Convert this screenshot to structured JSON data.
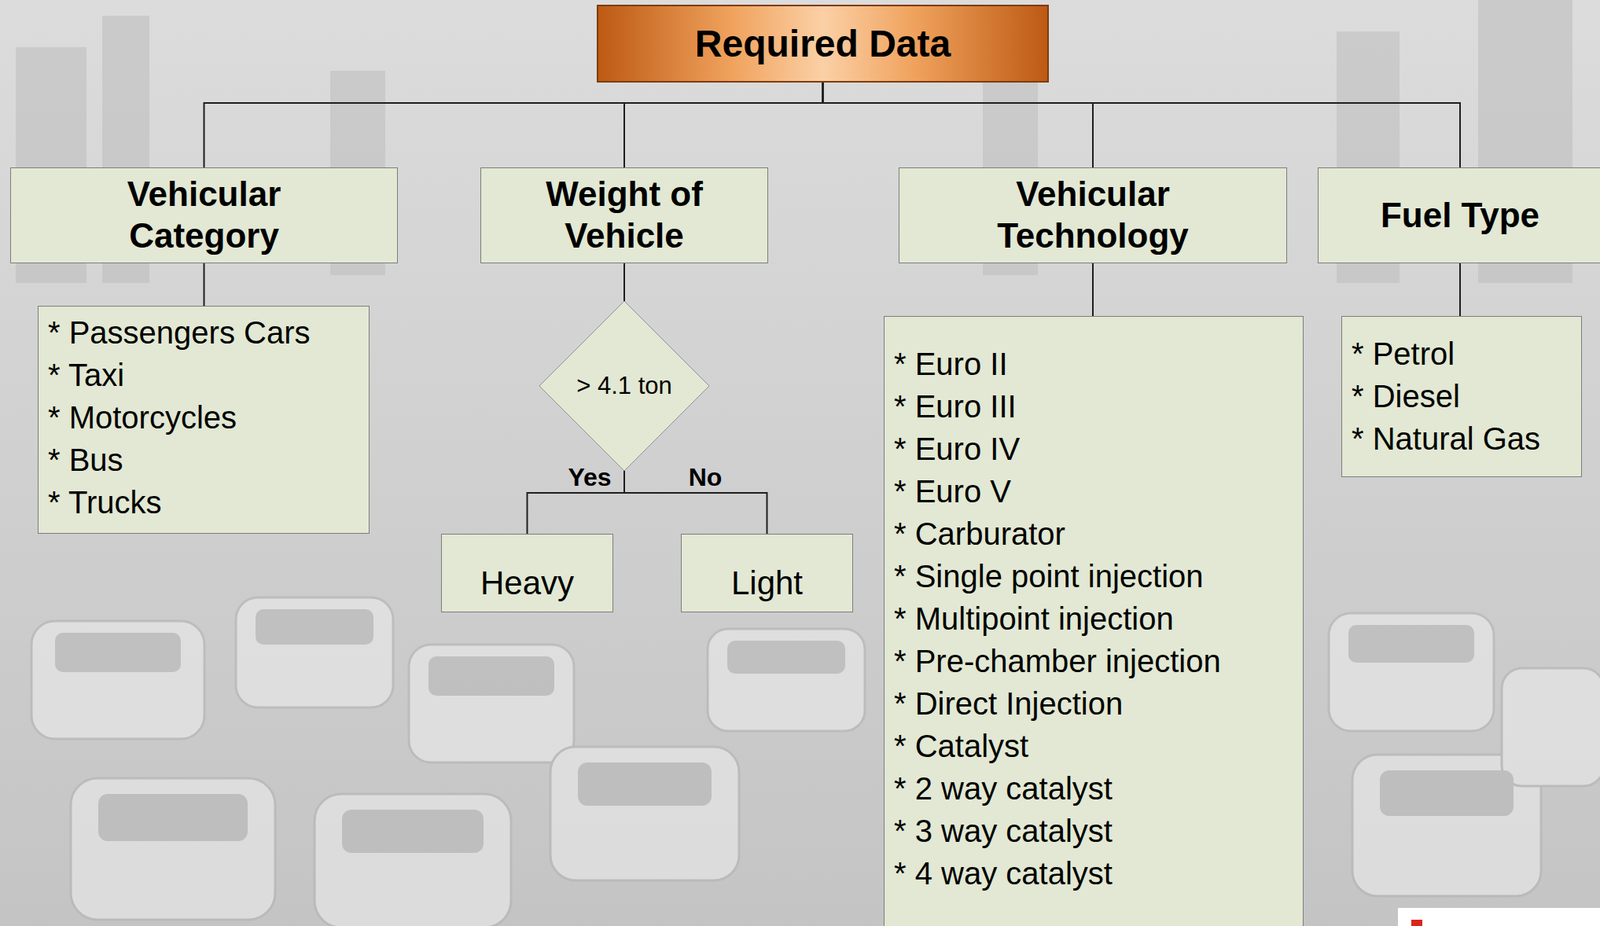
{
  "diagram": {
    "nodes": [
      {
        "text": [
          "Required Data"
        ]
      },
      {
        "text": [
          "Vehicular Category"
        ]
      },
      {
        "text": [
          "Weight of Vehicle"
        ]
      },
      {
        "text": [
          "Vehicular Technology"
        ]
      },
      {
        "text": [
          "Fuel Type"
        ]
      },
      {
        "text": [
          "* Passengers Cars",
          "* Taxi",
          "* Motorcycles",
          "* Bus",
          "* Trucks"
        ]
      },
      {
        "text": [
          "> 4.1 ton"
        ]
      },
      {
        "text": [
          "Heavy"
        ]
      },
      {
        "text": [
          "Light"
        ]
      },
      {
        "text": [
          "* Euro II",
          "* Euro III",
          "* Euro IV",
          "* Euro V",
          "* Carburator",
          "* Single point injection",
          "* Multipoint injection",
          "* Pre-chamber injection",
          "* Direct Injection",
          "* Catalyst",
          "* 2 way catalyst",
          "* 3 way catalyst",
          "* 4 way catalyst"
        ]
      },
      {
        "text": [
          "* Petrol",
          "* Diesel",
          "* Natural Gas"
        ]
      }
    ],
    "edges": [
      {
        "from": 0,
        "to": 1,
        "arrow": "none"
      },
      {
        "from": 0,
        "to": 2,
        "arrow": "none"
      },
      {
        "from": 0,
        "to": 3,
        "arrow": "none"
      },
      {
        "from": 0,
        "to": 4,
        "arrow": "none"
      },
      {
        "from": 1,
        "to": 5,
        "arrow": "none"
      },
      {
        "from": 2,
        "to": 6,
        "arrow": "none"
      },
      {
        "from": 6,
        "to": 7,
        "label": "Yes",
        "arrow": "none"
      },
      {
        "from": 6,
        "to": 8,
        "label": "No",
        "arrow": "none"
      },
      {
        "from": 3,
        "to": 9,
        "arrow": "none"
      },
      {
        "from": 4,
        "to": 10,
        "arrow": "none"
      }
    ]
  }
}
